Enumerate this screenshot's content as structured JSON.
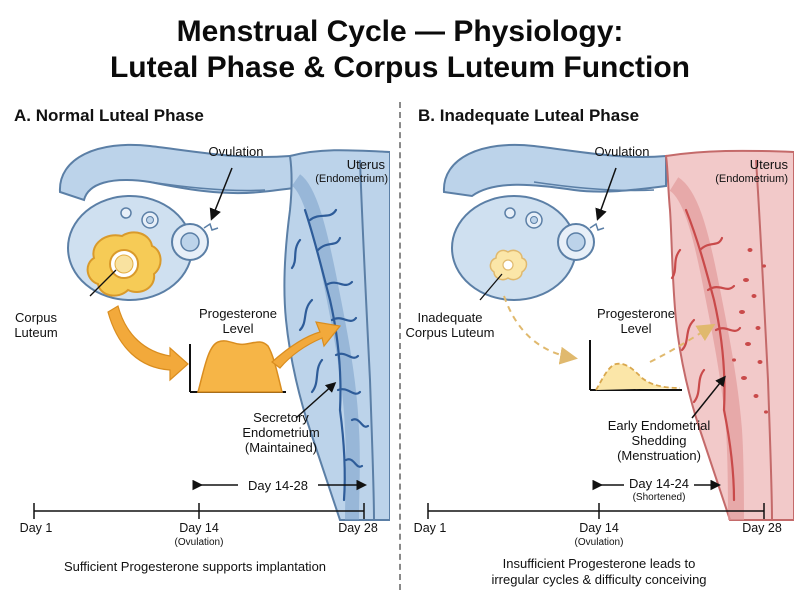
{
  "title": {
    "line1": "Menstrual Cycle — Physiology:",
    "line2": "Luteal Phase & Corpus Luteum Function"
  },
  "colors": {
    "tissue_blue": "#bcd3ea",
    "tissue_edge": "#5b7fa6",
    "vessel_blue": "#2e5c99",
    "vessel_red": "#c94a4a",
    "corpus_yellow": "#f6cb56",
    "arrow_orange": "#f2a93b",
    "arrow_tan": "#e0b96e"
  },
  "icons": [
    "ovary-illustration",
    "uterus-illustration",
    "corpus-luteum-icon",
    "follicle-icon",
    "progesterone-curve"
  ],
  "panel_a": {
    "title": "A. Normal Luteal Phase",
    "ovulation": "Ovulation",
    "uterus": "Uterus",
    "endometrium": "(Endometrium)",
    "corpus_label_1": "Corpus",
    "corpus_label_2": "Luteum",
    "progesterone_1": "Progesterone",
    "progesterone_2": "Level",
    "endometrium_label_1": "Secretory",
    "endometrium_label_2": "Endometrium",
    "endometrium_label_3": "(Maintained)",
    "span": "Day 14-28",
    "day_start": "Day 1",
    "day_mid": "Day 14",
    "day_mid_sub": "(Ovulation)",
    "day_end": "Day 28",
    "caption": "Sufficient Progesterone supports implantation"
  },
  "panel_b": {
    "title": "B. Inadequate Luteal Phase",
    "ovulation": "Ovulation",
    "uterus": "Uterus",
    "endometrium": "(Endometrium)",
    "corpus_label_1": "Inadequate",
    "corpus_label_2": "Corpus Luteum",
    "progesterone_1": "Progesterone",
    "progesterone_2": "Level",
    "endometrium_label_1": "Early Endometrial",
    "endometrium_label_2": "Shedding",
    "endometrium_label_3": "(Menstruation)",
    "span": "Day 14-24",
    "span_sub": "(Shortened)",
    "day_start": "Day 1",
    "day_mid": "Day 14",
    "day_mid_sub": "(Ovulation)",
    "day_end": "Day 28",
    "caption_1": "Insufficient Progesterone leads to",
    "caption_2": "irregular cycles & difficulty conceiving"
  }
}
